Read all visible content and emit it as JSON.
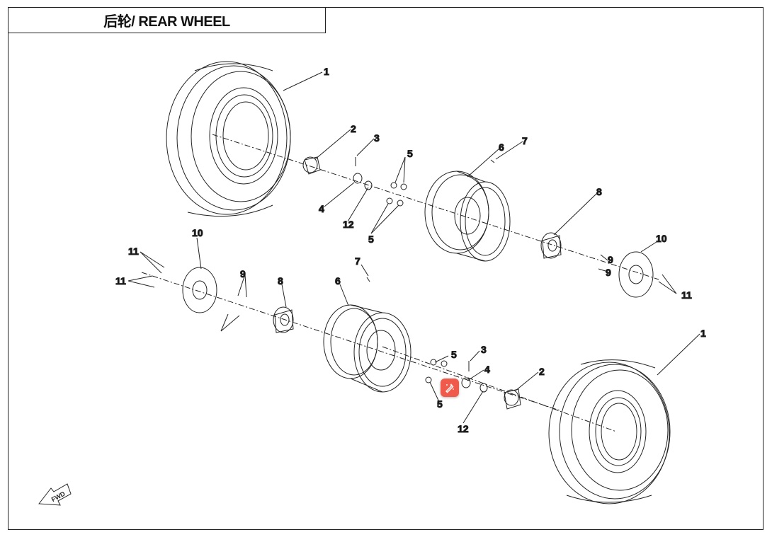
{
  "title": "后轮/ REAR WHEEL",
  "callouts": [
    {
      "id": "c1a",
      "text": "1"
    },
    {
      "id": "c2a",
      "text": "2"
    },
    {
      "id": "c3a",
      "text": "3"
    },
    {
      "id": "c4a",
      "text": "4"
    },
    {
      "id": "c5a",
      "text": "5"
    },
    {
      "id": "c5b",
      "text": "5"
    },
    {
      "id": "c6a",
      "text": "6"
    },
    {
      "id": "c7a",
      "text": "7"
    },
    {
      "id": "c8a",
      "text": "8"
    },
    {
      "id": "c9a",
      "text": "9"
    },
    {
      "id": "c9b",
      "text": "9"
    },
    {
      "id": "c10a",
      "text": "10"
    },
    {
      "id": "c11a",
      "text": "11"
    },
    {
      "id": "c11b",
      "text": "11"
    },
    {
      "id": "c12a",
      "text": "12"
    },
    {
      "id": "c10b",
      "text": "10"
    },
    {
      "id": "c11c",
      "text": "11"
    },
    {
      "id": "c9c",
      "text": "9"
    },
    {
      "id": "c8b",
      "text": "8"
    },
    {
      "id": "c6b",
      "text": "6"
    },
    {
      "id": "c7b",
      "text": "7"
    },
    {
      "id": "c5c",
      "text": "5"
    },
    {
      "id": "c3b",
      "text": "3"
    },
    {
      "id": "c4b",
      "text": "4"
    },
    {
      "id": "c2b",
      "text": "2"
    },
    {
      "id": "c1b",
      "text": "1"
    },
    {
      "id": "c5d",
      "text": "5"
    },
    {
      "id": "c12b",
      "text": "12"
    }
  ],
  "icons": {
    "fwd": "fwd-arrow-icon",
    "edit": "magic-edit-icon"
  },
  "colors": {
    "line": "#222222",
    "badge": "#f05a4a"
  }
}
